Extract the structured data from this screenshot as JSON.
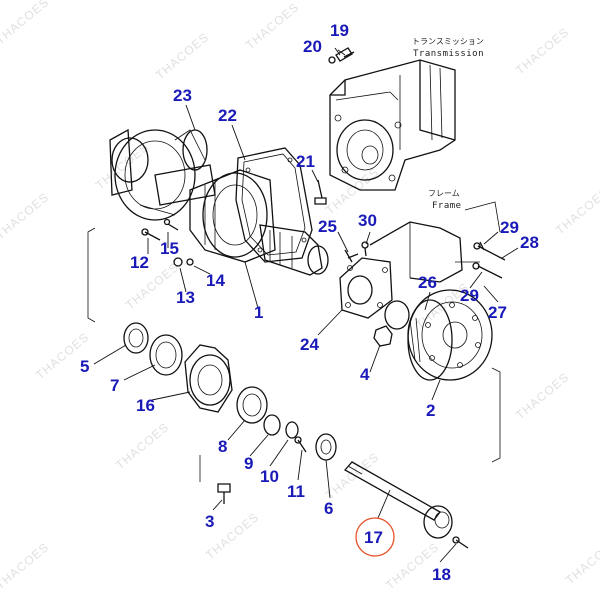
{
  "captions": {
    "transmission_jp": "トランスミッション",
    "transmission_en": "Transmission",
    "frame_jp": "フレーム",
    "frame_en": "Frame"
  },
  "watermark": "THACOES",
  "colors": {
    "label": "#1a1ab8",
    "highlight": "#e8502a",
    "line": "#111111"
  },
  "highlighted_part": "17",
  "parts": {
    "p1": "1",
    "p2": "2",
    "p3": "3",
    "p4": "4",
    "p5": "5",
    "p6": "6",
    "p7": "7",
    "p8": "8",
    "p9": "9",
    "p10": "10",
    "p11": "11",
    "p12": "12",
    "p13": "13",
    "p14": "14",
    "p15": "15",
    "p16": "16",
    "p17": "17",
    "p18": "18",
    "p19": "19",
    "p20": "20",
    "p21": "21",
    "p22": "22",
    "p23": "23",
    "p24": "24",
    "p25": "25",
    "p26": "26",
    "p27": "27",
    "p28": "28",
    "p29a": "29",
    "p29b": "29",
    "p30": "30"
  }
}
